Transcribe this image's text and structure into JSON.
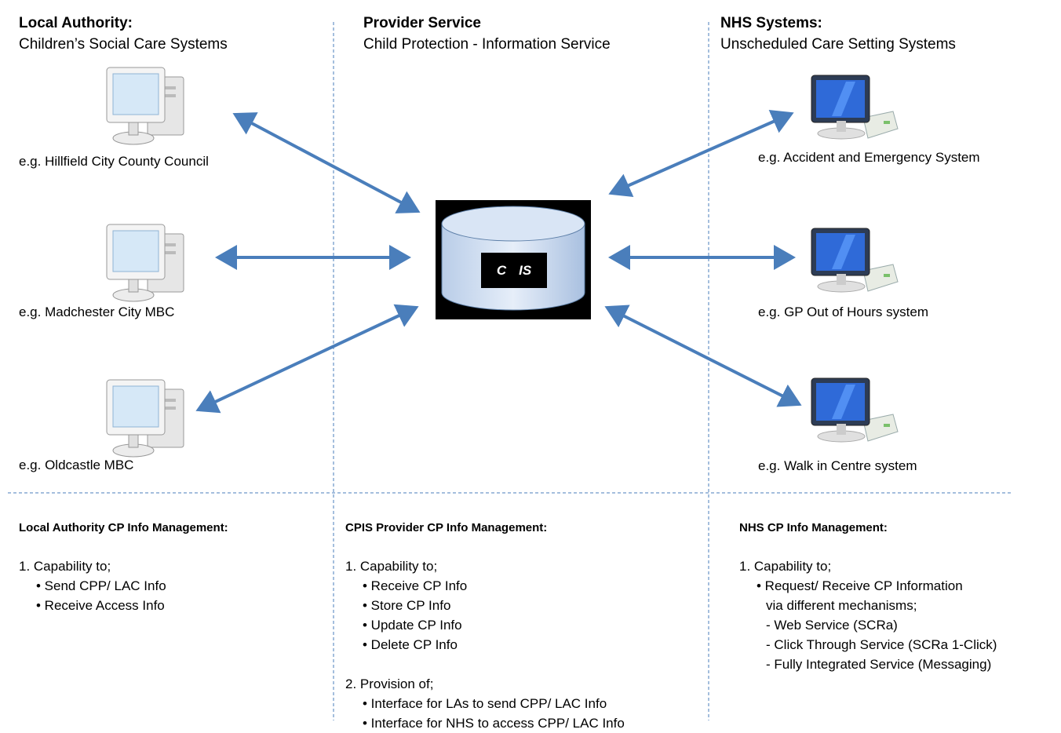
{
  "columns": {
    "left": {
      "title": "Local Authority:",
      "subtitle": "Children’s Social Care Systems"
    },
    "middle": {
      "title": "Provider Service",
      "subtitle": "Child Protection - Information Service"
    },
    "right": {
      "title": "NHS Systems:",
      "subtitle": "Unscheduled Care Setting Systems"
    }
  },
  "left_systems": [
    {
      "label": "e.g. Hillfield City County Council",
      "icon": "desktop-computer-icon"
    },
    {
      "label": "e.g. Madchester City  MBC",
      "icon": "desktop-computer-icon"
    },
    {
      "label": "e.g. Oldcastle  MBC",
      "icon": "desktop-computer-icon"
    }
  ],
  "right_systems": [
    {
      "label": "e.g. Accident and Emergency System",
      "icon": "monitor-computer-icon"
    },
    {
      "label": "e.g. GP Out of Hours system",
      "icon": "monitor-computer-icon"
    },
    {
      "label": "e.g. Walk in Centre system",
      "icon": "monitor-computer-icon"
    }
  ],
  "center": {
    "icon": "database-cylinder-icon",
    "label_a": "C",
    "label_b": "IS"
  },
  "management": {
    "left": {
      "title": "Local Authority CP Info Management:",
      "items": [
        "1.  Capability to;",
        "• Send CPP/ LAC Info",
        "• Receive Access Info"
      ]
    },
    "middle": {
      "title": "CPIS Provider CP Info Management:",
      "items": [
        "1. Capability to;",
        "• Receive CP Info",
        "• Store  CP Info",
        "• Update CP Info",
        "• Delete CP Info"
      ],
      "items2": [
        "2. Provision of;",
        "• Interface for LAs to send CPP/ LAC Info",
        "• Interface for NHS to access CPP/ LAC Info"
      ]
    },
    "right": {
      "title": "NHS CP Info Management:",
      "items": [
        "1.  Capability to;",
        "• Request/ Receive CP Information",
        "via different mechanisms;",
        "- Web Service (SCRa)",
        "- Click Through Service (SCRa 1-Click)",
        "- Fully Integrated Service (Messaging)"
      ]
    }
  },
  "colors": {
    "arrow": "#4a7ebb",
    "divider": "#4a7ebb"
  }
}
